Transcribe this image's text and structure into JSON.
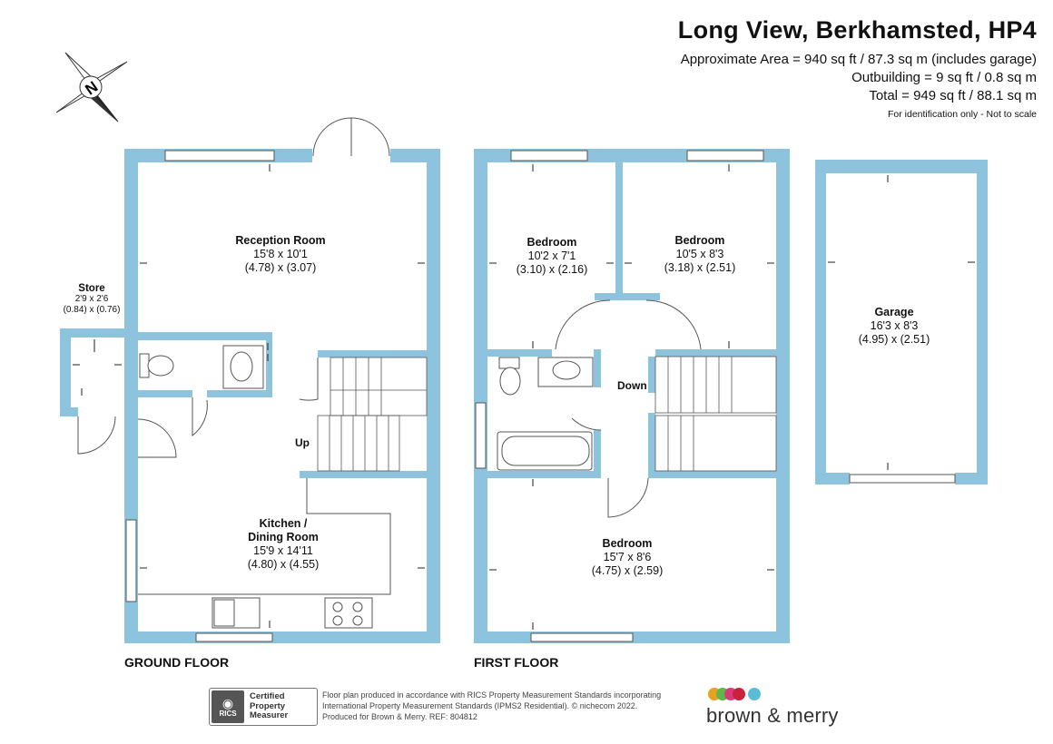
{
  "header": {
    "title": "Long View, Berkhamsted, HP4",
    "area_lines": [
      "Approximate Area = 940 sq ft / 87.3 sq m (includes garage)",
      "Outbuilding = 9 sq ft / 0.8 sq m",
      "Total = 949 sq ft / 88.1 sq m"
    ],
    "disclaimer": "For identification only - Not to scale"
  },
  "compass": {
    "letter": "N"
  },
  "floors": {
    "ground": "GROUND FLOOR",
    "first": "FIRST FLOOR"
  },
  "rooms": {
    "reception": {
      "name": "Reception Room",
      "imperial": "15'8 x 10'1",
      "metric": "(4.78) x (3.07)"
    },
    "store": {
      "name": "Store",
      "imperial": "2'9 x 2'6",
      "metric": "(0.84) x (0.76)"
    },
    "kitchen": {
      "name": "Kitchen /",
      "name2": "Dining Room",
      "imperial": "15'9 x 14'11",
      "metric": "(4.80) x (4.55)"
    },
    "bedroom1": {
      "name": "Bedroom",
      "imperial": "10'2 x 7'1",
      "metric": "(3.10) x (2.16)"
    },
    "bedroom2": {
      "name": "Bedroom",
      "imperial": "10'5 x 8'3",
      "metric": "(3.18) x (2.51)"
    },
    "bedroom3": {
      "name": "Bedroom",
      "imperial": "15'7 x 8'6",
      "metric": "(4.75) x (2.59)"
    },
    "garage": {
      "name": "Garage",
      "imperial": "16'3 x 8'3",
      "metric": "(4.95) x (2.51)"
    }
  },
  "stairs": {
    "up": "Up",
    "down": "Down"
  },
  "footer": {
    "rics_badge": "RICS",
    "rics_lines": [
      "Certified",
      "Property",
      "Measurer"
    ],
    "text_lines": [
      "Floor plan produced in accordance with RICS Property Measurement Standards incorporating",
      "International Property Measurement Standards (IPMS2 Residential).  © nichecom 2022.",
      "Produced for Brown & Merry.   REF:  804812"
    ],
    "brand": "brown & merry"
  },
  "colors": {
    "wall": "#8ec3dd",
    "fixture_line": "#555555",
    "brand_dots": [
      "#e8a21e",
      "#5db84a",
      "#d93a7a",
      "#c8233a",
      "#5bbcd6"
    ]
  }
}
